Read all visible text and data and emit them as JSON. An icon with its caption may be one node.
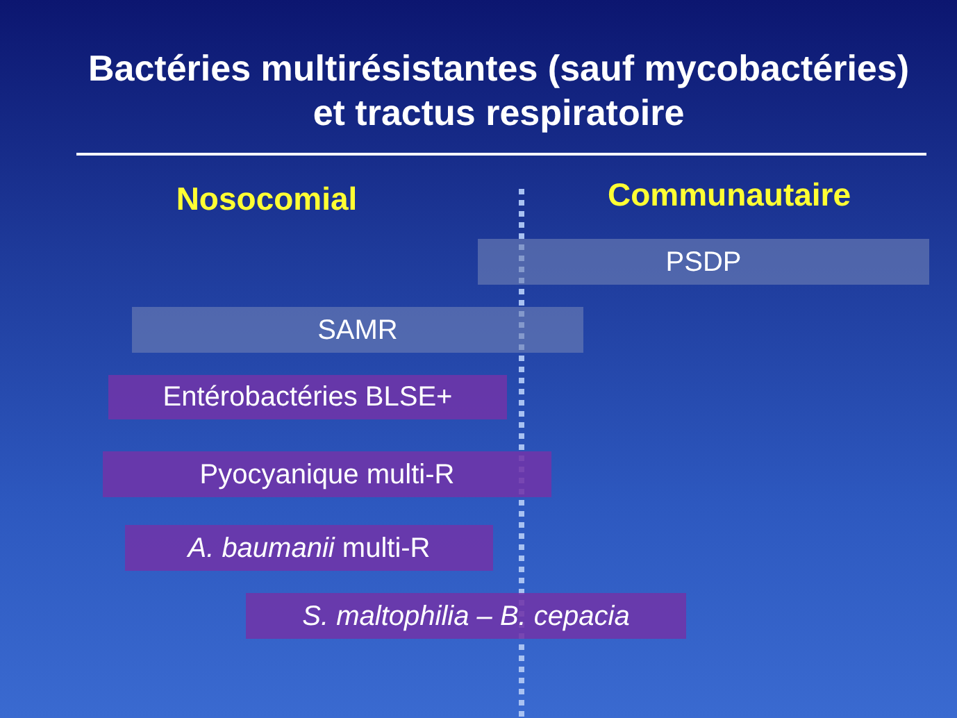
{
  "diagram": {
    "title": "Bactéries multirésistantes (sauf mycobactéries) et tractus respiratoire",
    "nodes": [
      {
        "text": [
          "PSDP"
        ]
      },
      {
        "text": [
          "SAMR"
        ]
      },
      {
        "text": [
          "Entérobactéries BLSE+"
        ]
      },
      {
        "text": [
          "Pyocyanique multi-R"
        ]
      },
      {
        "text": [
          "*A. baumanii* multi-R"
        ]
      },
      {
        "text": [
          "S. maltophilia – B. cepacia"
        ]
      }
    ],
    "labels": [
      "Nosocomial",
      "Communautaire"
    ]
  }
}
